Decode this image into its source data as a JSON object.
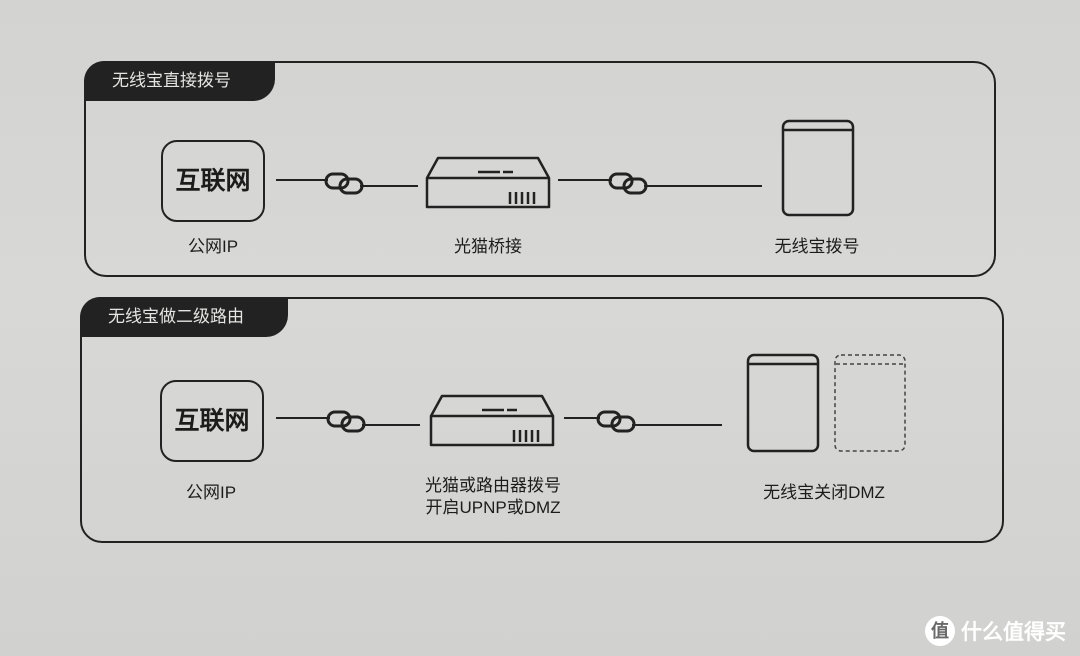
{
  "panel_direct": {
    "tab_title": "无线宝直接拨号",
    "internet_box_text": "互联网",
    "public_ip_label": "公网IP",
    "modem_label": "光猫桥接",
    "router_label": "无线宝拨号"
  },
  "panel_secondary": {
    "tab_title": "无线宝做二级路由",
    "internet_box_text": "互联网",
    "public_ip_label": "公网IP",
    "modem_label_line1": "光猫或路由器拨号",
    "modem_label_line2": "开启UPNP或DMZ",
    "router_label": "无线宝关闭DMZ"
  },
  "watermark": {
    "badge": "值",
    "text": "什么值得买"
  },
  "colors": {
    "background": "#d5d5d3",
    "ink": "#222222"
  },
  "icons": [
    "link-icon",
    "modem-icon",
    "router-icon"
  ]
}
